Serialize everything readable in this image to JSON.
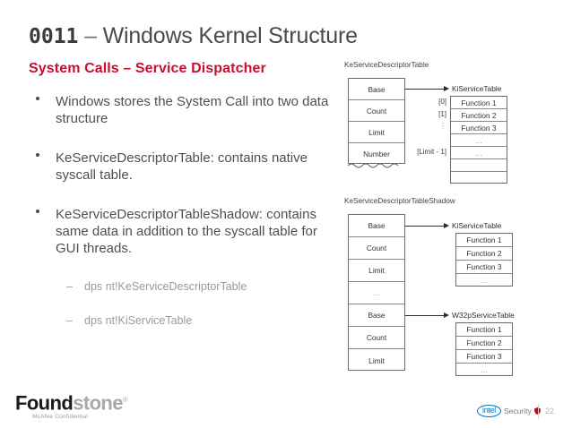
{
  "slide": {
    "title_code": "0011",
    "title_dash": " – ",
    "title_rest": "Windows Kernel Structure",
    "subtitle": "System Calls – Service Dispatcher",
    "page_number": "22"
  },
  "bullets": [
    {
      "text": "Windows stores the System Call into two data structure"
    },
    {
      "text": "KeServiceDescriptorTable: contains native syscall table."
    },
    {
      "text": "KeServiceDescriptorTableShadow: contains same data in addition to the syscall table for GUI threads."
    }
  ],
  "subbullets": [
    {
      "dash": "–",
      "text": "dps nt!KeServiceDescriptorTable"
    },
    {
      "dash": "–",
      "text": "dps nt!KiServiceTable"
    }
  ],
  "diagram_top": {
    "label": "KeServiceDescriptorTable",
    "left_table": {
      "rows": [
        "Base",
        "Count",
        "Limit",
        "Number"
      ]
    },
    "right_table_title": "KiServiceTable",
    "right_table": {
      "rows": [
        "Function 1",
        "Function 2",
        "Function 3",
        "…",
        "…",
        "",
        ""
      ]
    },
    "indices": [
      "[0]",
      "[1]",
      "⋮",
      "[Limit - 1]"
    ]
  },
  "diagram_bottom": {
    "label": "KeServiceDescriptorTableShadow",
    "left_table": {
      "rows": [
        "Base",
        "Count",
        "Limit",
        "…",
        "Base",
        "Count",
        "Limit"
      ]
    },
    "table_a_title": "KiServiceTable",
    "table_a": {
      "rows": [
        "Function 1",
        "Function 2",
        "Function 3",
        "…"
      ]
    },
    "table_b_title": "W32pServiceTable",
    "table_b": {
      "rows": [
        "Function 1",
        "Function 2",
        "Function 3",
        "…"
      ]
    }
  },
  "footer": {
    "logo_found": "Found",
    "logo_stone": "stone",
    "logo_reg": "®",
    "confidential": "McAfee Confidential",
    "intel_word": "intel",
    "intel_security": "Security"
  },
  "colors": {
    "accent_red": "#c8102e",
    "title_gray": "#4a4a4a",
    "body_gray": "#4f4f4f",
    "sub_gray": "#9a9a9a",
    "intel_blue": "#0071c5",
    "shield_red": "#d0021b"
  }
}
